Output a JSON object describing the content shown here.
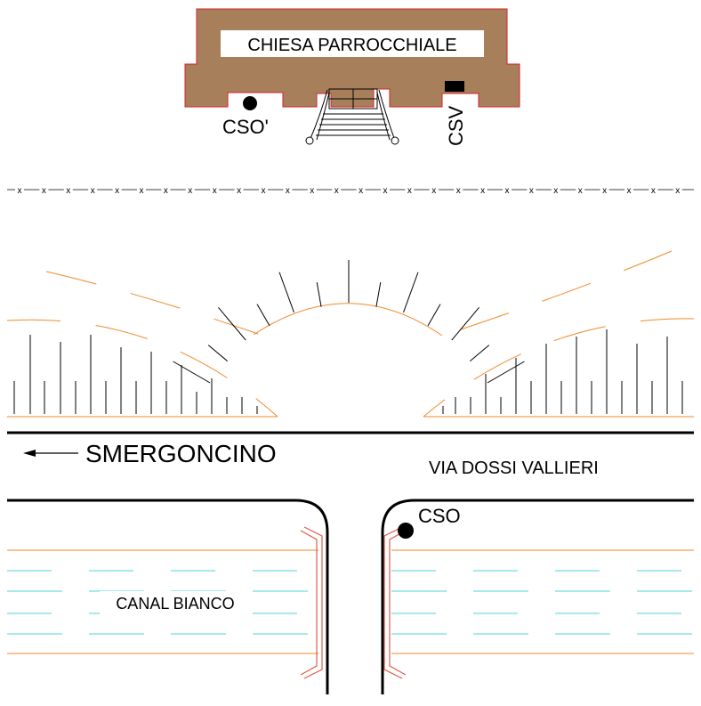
{
  "labels": {
    "church": "CHIESA PARROCCHIALE",
    "cso_prime": "CSO'",
    "csv": "CSV",
    "cso": "CSO",
    "road_west": "SMERGONCINO",
    "road_east": "VIA DOSSI VALLIERI",
    "canal": "CANAL BIANCO"
  },
  "fence_marker": "x",
  "colors": {
    "church_fill": "#a7805b",
    "church_outline": "#d4202a",
    "embankment": "#f08a2c",
    "water": "#4fd3d8",
    "road": "#000000",
    "bridge_rail": "#e05a4a",
    "ink": "#000000"
  }
}
